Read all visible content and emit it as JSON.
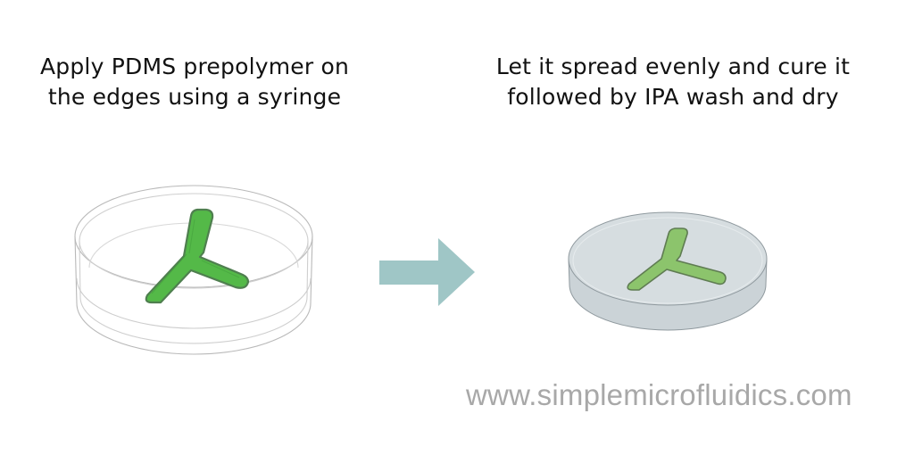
{
  "steps": [
    {
      "caption_line1": "Apply PDMS prepolymer on",
      "caption_line2": "the edges using a syringe"
    },
    {
      "caption_line1": "Let it spread evenly and cure it",
      "caption_line2": "followed by IPA wash and dry"
    }
  ],
  "watermark": "www.simplemicrofluidics.com",
  "colors": {
    "channel_green_bright": "#54b948",
    "channel_green_cured": "#8cc46c",
    "arrow": "#9fc6c6",
    "cured_disc": "#d6dde0",
    "watermark": "#a8a8a8"
  },
  "icons": [
    "petri-dish-icon",
    "arrow-right-icon",
    "cured-disc-icon"
  ]
}
